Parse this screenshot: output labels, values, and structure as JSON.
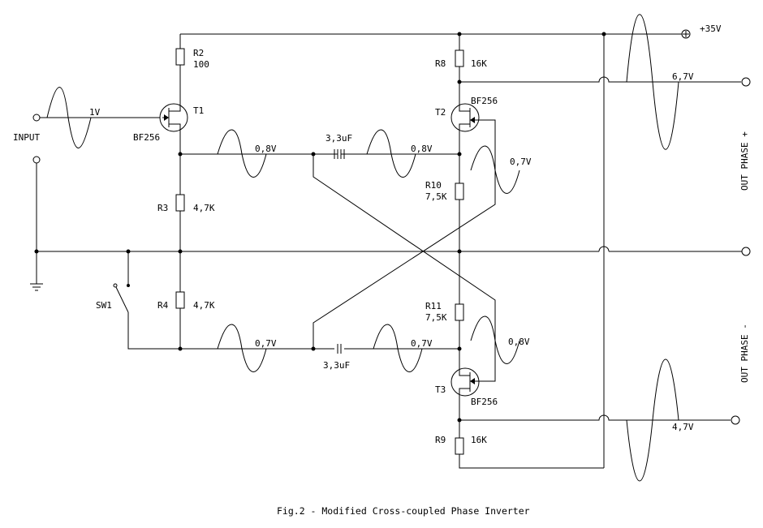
{
  "diagram": {
    "caption": "Fig.2 - Modified Cross-coupled Phase Inverter",
    "supply_label": "+35V",
    "input_label": "INPUT",
    "input_amplitude": "1V",
    "out_phase_plus": "OUT PHASE +",
    "out_phase_minus": "OUT PHASE -",
    "out_plus_amplitude": "6,7V",
    "out_minus_amplitude": "4,7V",
    "components": {
      "r2": {
        "ref": "R2",
        "value": "100"
      },
      "r3": {
        "ref": "R3",
        "value": "4,7K"
      },
      "r4": {
        "ref": "R4",
        "value": "4,7K"
      },
      "r8": {
        "ref": "R8",
        "value": "16K"
      },
      "r9": {
        "ref": "R9",
        "value": "16K"
      },
      "r10": {
        "ref": "R10",
        "value": "7,5K"
      },
      "r11": {
        "ref": "R11",
        "value": "7,5K"
      },
      "c_top": {
        "value": "3,3uF"
      },
      "c_bottom": {
        "value": "3,3uF"
      },
      "t1": {
        "ref": "T1",
        "type": "BF256"
      },
      "t2": {
        "ref": "T2",
        "type": "BF256"
      },
      "t3": {
        "ref": "T3",
        "type": "BF256"
      },
      "sw1": {
        "ref": "SW1"
      }
    },
    "levels": {
      "t1_source": "0,8V",
      "cap_top_right": "0,8V",
      "t2_source": "0,7V",
      "sw_line": "0,7V",
      "cap_bottom_right": "0,7V",
      "t3_source": "0,8V"
    }
  }
}
